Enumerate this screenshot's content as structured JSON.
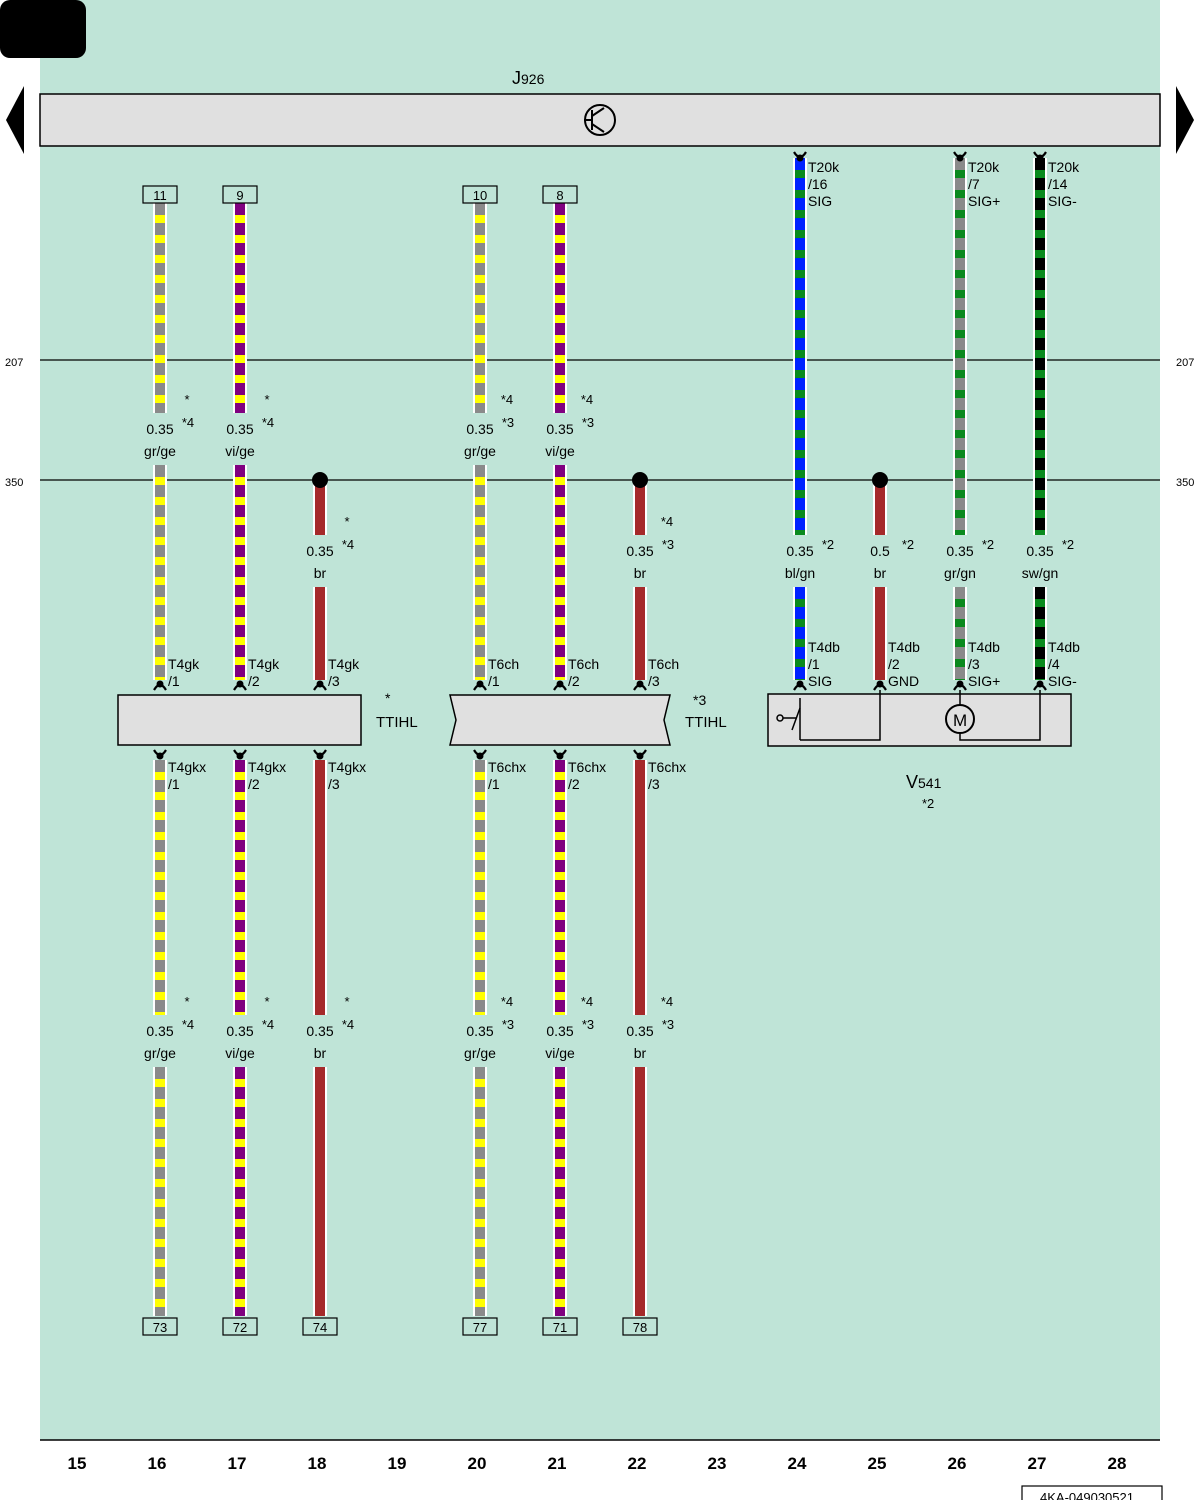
{
  "title_label": "",
  "control_unit": {
    "label_main": "J",
    "label_sub": "926"
  },
  "bus_refs": {
    "upper": "207",
    "lower": "350"
  },
  "colors": {
    "background": "#bfe4d7",
    "unit_fill": "#e0e0e0",
    "gr": "#8a8a8a",
    "ge": "#ffff00",
    "vi": "#800080",
    "br": "#a52a2a",
    "bl": "#0022ff",
    "gn": "#0a8a1e",
    "sw": "#000000"
  },
  "columns": [
    "15",
    "16",
    "17",
    "18",
    "19",
    "20",
    "21",
    "22",
    "23",
    "24",
    "25",
    "26",
    "27",
    "28"
  ],
  "doc_id": "4KA-049030521",
  "wires": [
    {
      "id": "w16",
      "colors": [
        "gr",
        "ge"
      ],
      "top_num": "11",
      "bottom_num": "73",
      "upper_label": {
        "size": "0.35",
        "color": "gr/ge",
        "note1": "*",
        "note2": "*4"
      },
      "lower_label": {
        "size": "0.35",
        "color": "gr/ge",
        "note1": "*",
        "note2": "*4"
      },
      "conn_top": {
        "name": "T4gk",
        "pin": "/1"
      },
      "conn_bottom": {
        "name": "T4gkx",
        "pin": "/1"
      }
    },
    {
      "id": "w17",
      "colors": [
        "vi",
        "ge"
      ],
      "top_num": "9",
      "bottom_num": "72",
      "upper_label": {
        "size": "0.35",
        "color": "vi/ge",
        "note1": "*",
        "note2": "*4"
      },
      "lower_label": {
        "size": "0.35",
        "color": "vi/ge",
        "note1": "*",
        "note2": "*4"
      },
      "conn_top": {
        "name": "T4gk",
        "pin": "/2"
      },
      "conn_bottom": {
        "name": "T4gkx",
        "pin": "/2"
      }
    },
    {
      "id": "w18",
      "colors": [
        "br"
      ],
      "top_num": "",
      "bottom_num": "74",
      "upper_label": {
        "size": "0.35",
        "color": "br",
        "note1": "*",
        "note2": "*4"
      },
      "lower_label": {
        "size": "0.35",
        "color": "br",
        "note1": "*",
        "note2": "*4"
      },
      "conn_top": {
        "name": "T4gk",
        "pin": "/3"
      },
      "conn_bottom": {
        "name": "T4gkx",
        "pin": "/3"
      }
    },
    {
      "id": "w20",
      "colors": [
        "gr",
        "ge"
      ],
      "top_num": "10",
      "bottom_num": "77",
      "upper_label": {
        "size": "0.35",
        "color": "gr/ge",
        "note1": "*4",
        "note2": "*3"
      },
      "lower_label": {
        "size": "0.35",
        "color": "gr/ge",
        "note1": "*4",
        "note2": "*3"
      },
      "conn_top": {
        "name": "T6ch",
        "pin": "/1"
      },
      "conn_bottom": {
        "name": "T6chx",
        "pin": "/1"
      }
    },
    {
      "id": "w21",
      "colors": [
        "vi",
        "ge"
      ],
      "top_num": "8",
      "bottom_num": "71",
      "upper_label": {
        "size": "0.35",
        "color": "vi/ge",
        "note1": "*4",
        "note2": "*3"
      },
      "lower_label": {
        "size": "0.35",
        "color": "vi/ge",
        "note1": "*4",
        "note2": "*3"
      },
      "conn_top": {
        "name": "T6ch",
        "pin": "/2"
      },
      "conn_bottom": {
        "name": "T6chx",
        "pin": "/2"
      }
    },
    {
      "id": "w22",
      "colors": [
        "br"
      ],
      "top_num": "",
      "bottom_num": "78",
      "upper_label": {
        "size": "0.35",
        "color": "br",
        "note1": "*4",
        "note2": "*3"
      },
      "lower_label": {
        "size": "0.35",
        "color": "br",
        "note1": "*4",
        "note2": "*3"
      },
      "conn_top": {
        "name": "T6ch",
        "pin": "/3"
      },
      "conn_bottom": {
        "name": "T6chx",
        "pin": "/3"
      }
    },
    {
      "id": "w24",
      "colors": [
        "bl",
        "gn"
      ],
      "top_num": "",
      "bottom_num": "",
      "upper_label": {
        "size": "0.35",
        "color": "bl/gn",
        "note1": "",
        "note2": "*2"
      },
      "conn_top": {
        "name": "T20k",
        "pin": "/16",
        "sig": "SIG"
      },
      "conn_v": {
        "name": "T4db",
        "pin": "/1",
        "sig": "SIG"
      }
    },
    {
      "id": "w25",
      "colors": [
        "br"
      ],
      "top_num": "",
      "bottom_num": "",
      "upper_label": {
        "size": "0.5",
        "color": "br",
        "note1": "",
        "note2": "*2"
      },
      "conn_v": {
        "name": "T4db",
        "pin": "/2",
        "sig": "GND"
      }
    },
    {
      "id": "w26",
      "colors": [
        "gr",
        "gn"
      ],
      "top_num": "",
      "bottom_num": "",
      "upper_label": {
        "size": "0.35",
        "color": "gr/gn",
        "note1": "",
        "note2": "*2"
      },
      "conn_top": {
        "name": "T20k",
        "pin": "/7",
        "sig": "SIG+"
      },
      "conn_v": {
        "name": "T4db",
        "pin": "/3",
        "sig": "SIG+"
      }
    },
    {
      "id": "w27",
      "colors": [
        "sw",
        "gn"
      ],
      "top_num": "",
      "bottom_num": "",
      "upper_label": {
        "size": "0.35",
        "color": "sw/gn",
        "note1": "",
        "note2": "*2"
      },
      "conn_top": {
        "name": "T20k",
        "pin": "/14",
        "sig": "SIG-"
      },
      "conn_v": {
        "name": "T4db",
        "pin": "/4",
        "sig": "SIG-"
      }
    }
  ],
  "bridges": [
    {
      "label": "TTIHL",
      "note": "*"
    },
    {
      "label": "TTIHL",
      "note": "*3"
    }
  ],
  "motor": {
    "symbol": "M",
    "label_main": "V",
    "label_sub": "541",
    "note": "*2"
  }
}
